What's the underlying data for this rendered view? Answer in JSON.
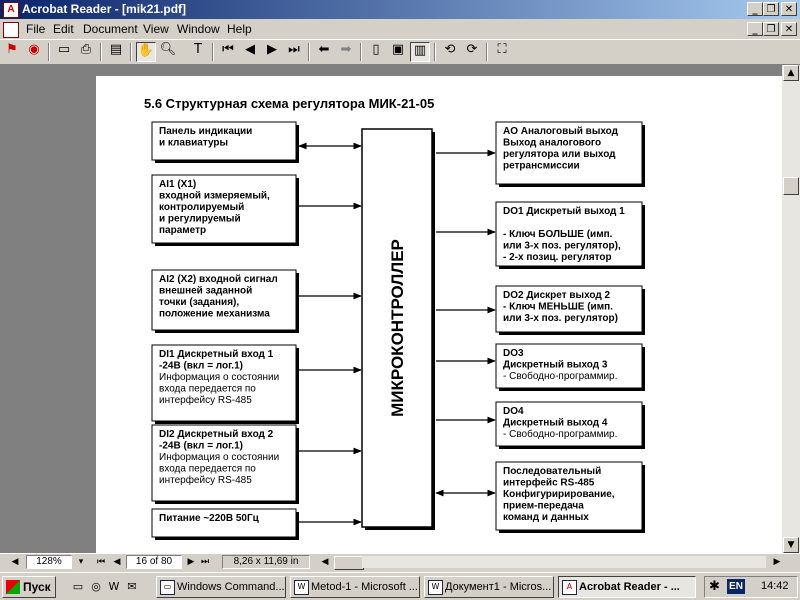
{
  "window": {
    "title": "Acrobat Reader - [mik21.pdf]",
    "app_icon": "A",
    "controls": [
      "_",
      "❐",
      "✕"
    ],
    "doc_controls": [
      "_",
      "❐",
      "✕"
    ]
  },
  "menu": [
    "File",
    "Edit",
    "Document",
    "View",
    "Window",
    "Help"
  ],
  "toolbar_icons": [
    "acrobat-icon",
    "web-icon",
    "open-icon",
    "print-icon",
    "thumbnails-icon",
    "hand-tool-icon",
    "zoom-tool-icon",
    "text-select-icon",
    "first-page-icon",
    "prev-page-icon",
    "next-page-icon",
    "last-page-icon",
    "go-back-icon",
    "go-forward-icon",
    "actual-size-icon",
    "fit-page-icon",
    "fit-width-icon",
    "rotate-left-icon",
    "rotate-right-icon",
    "find-icon"
  ],
  "document": {
    "heading": "5.6 Структурная схема регулятора МИК-21-05",
    "controller_label": "МИКРОКОНТРОЛЛЕР",
    "left_blocks": [
      {
        "lines": [
          "Панель индикации",
          "и клавиатуры"
        ]
      },
      {
        "lines": [
          "AI1 (X1)",
          "входной измеряемый,",
          "контролируемый",
          "и регулируемый",
          "параметр"
        ]
      },
      {
        "lines": [
          "AI2 (X2) входной сигнал",
          "внешней заданной",
          "точки (задания),",
          "положение механизма"
        ]
      },
      {
        "lines": [
          "DI1 Дискретный вход 1",
          "-24В (вкл = лог.1)",
          "Информация о состоянии",
          "входа передается по",
          "интерфейсу RS-485"
        ]
      },
      {
        "lines": [
          "DI2 Дискретный вход 2",
          "-24В (вкл = лог.1)",
          "Информация о состоянии",
          "входа передается по",
          "интерфейсу RS-485"
        ]
      },
      {
        "lines": [
          "Питание  ~220В 50Гц"
        ]
      }
    ],
    "right_blocks": [
      {
        "lines": [
          "AO Аналоговый выход",
          "Выход аналогового",
          "регулятора или выход",
          "ретрансмиссии"
        ]
      },
      {
        "lines": [
          "DO1 Дискретый выход 1",
          "",
          "- Ключ БОЛЬШЕ (имп.",
          "или 3-х поз. регулятор),",
          "- 2-х позиц. регулятор"
        ]
      },
      {
        "lines": [
          "DO2 Дискрет выход 2",
          "- Ключ МЕНЬШЕ (имп.",
          "или 3-х поз. регулятор)"
        ]
      },
      {
        "lines": [
          "DO3",
          "Дискретный выход 3",
          "- Свободно-программир."
        ]
      },
      {
        "lines": [
          "DO4",
          "Дискретный выход 4",
          "- Свободно-программир."
        ]
      },
      {
        "lines": [
          "Последовательный",
          "интерфейс RS-485",
          "Конфигуририрование,",
          "прием-передача",
          "команд и данных"
        ]
      }
    ]
  },
  "navbar": {
    "zoom": "128%",
    "page": "16 of 80",
    "size": "8,26 x 11,69 in"
  },
  "taskbar": {
    "start_label": "Пуск",
    "tasks": [
      {
        "label": "Windows Command...",
        "icon": "window-icon"
      },
      {
        "label": "Metod-1 - Microsoft ...",
        "icon": "word-icon"
      },
      {
        "label": "Документ1 - Micros...",
        "icon": "word-icon"
      },
      {
        "label": "Acrobat Reader - ...",
        "icon": "acrobat-icon"
      }
    ],
    "lang": "EN",
    "clock": "14:42"
  }
}
